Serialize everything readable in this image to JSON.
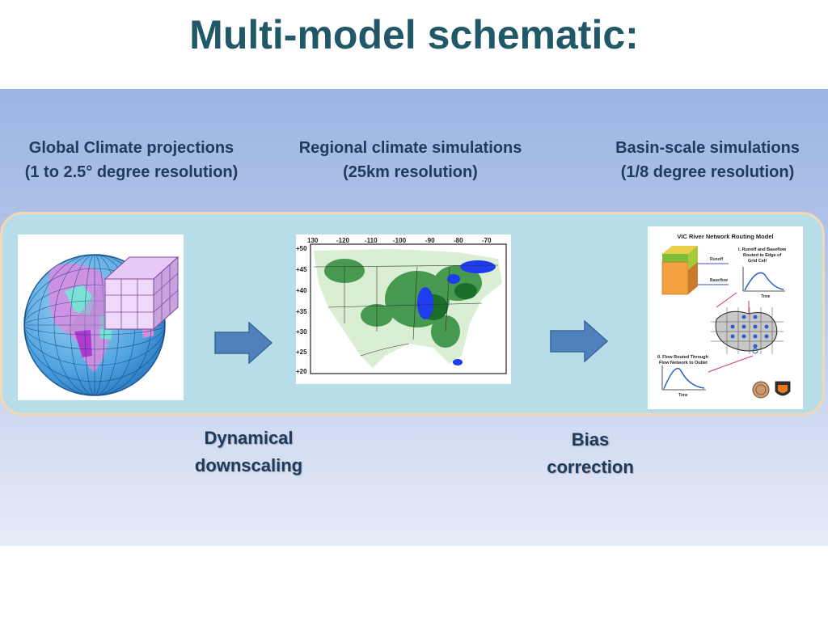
{
  "title": "Multi-model schematic:",
  "columns": [
    {
      "line1": "Global Climate projections",
      "line2": "(1 to 2.5° degree resolution)"
    },
    {
      "line1": "Regional climate simulations",
      "line2": "(25km resolution)"
    },
    {
      "line1": "Basin-scale simulations",
      "line2": "(1/8 degree resolution)"
    }
  ],
  "steps": [
    {
      "line1": "Dynamical",
      "line2": "downscaling"
    },
    {
      "line1": "Bias",
      "line2": "correction"
    }
  ],
  "map": {
    "lon_ticks": [
      "130",
      "-120",
      "-110",
      "-100",
      "-90",
      "-80",
      "-70"
    ],
    "lat_ticks": [
      "+50",
      "+45",
      "+40",
      "+35",
      "+30",
      "+25",
      "+20"
    ]
  },
  "routing": {
    "title": "VIC River Network Routing Model",
    "step1_line1": "I. Runoff and Baseflow",
    "step1_line2": "Routed to Edge of",
    "step1_line3": "Grid Cell",
    "runoff": "Runoff",
    "baseflow": "Baseflow",
    "step2_line1": "II. Flow Routed Through",
    "step2_line2": "Flow Network to Outlet",
    "time": "Time"
  },
  "colors": {
    "title": "#215867",
    "arrow": "#4f81bd",
    "band": "#b6dde8",
    "band_border": "#f5d7b5"
  }
}
